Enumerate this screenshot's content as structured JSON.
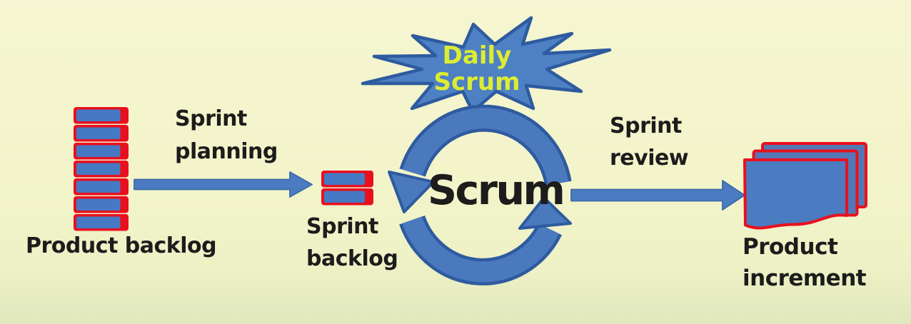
{
  "diagram_title": "Scrum",
  "colors": {
    "background": "#f3f4ca",
    "shape_blue": "#4b7cc1",
    "shape_outline": "#2e5b9f",
    "item_border_red": "#e8101f",
    "item_fill_blue": "#4679c4",
    "page_fill_blue": "#5478b6",
    "daily_scrum_text": "#ddec32",
    "label_text": "#1c1c1c"
  },
  "nodes": {
    "product_backlog": {
      "label": "Product backlog",
      "item_count": 7
    },
    "sprint_backlog": {
      "label": "Sprint\nbacklog",
      "item_count": 2
    },
    "scrum_cycle": {
      "label": "Scrum"
    },
    "daily_scrum": {
      "label": "Daily\nScrum"
    },
    "product_increment": {
      "label": "Product\nincrement",
      "page_count": 3
    }
  },
  "flows": {
    "sprint_planning": {
      "label": "Sprint\nplanning",
      "from": "Product backlog",
      "to": "Sprint backlog"
    },
    "sprint_review": {
      "label": "Sprint\nreview",
      "from": "Scrum",
      "to": "Product increment"
    }
  }
}
